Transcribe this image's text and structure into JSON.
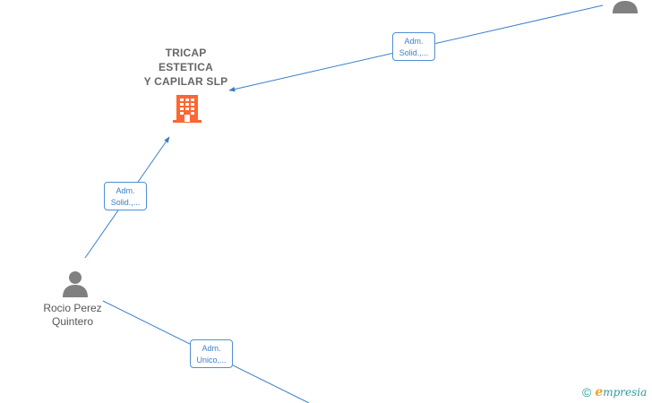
{
  "company": {
    "name": "TRICAP\nESTETICA\nY CAPILAR  SLP",
    "icon": "building-icon",
    "color": "#ff6633"
  },
  "people": [
    {
      "name": "Rocio Perez\nQuintero",
      "icon": "person-icon"
    },
    {
      "name": "",
      "icon": "person-icon"
    }
  ],
  "edges": [
    {
      "label": "Adm.\nSolid.,..."
    },
    {
      "label": "Adm.\nSolid.,..."
    },
    {
      "label": "Adm.\nUnico,..."
    }
  ],
  "colors": {
    "edge": "#3a7fcc",
    "icon_person": "#808080",
    "text": "#666666"
  },
  "watermark": {
    "symbol": "©",
    "brand_initial": "e",
    "brand_rest": "mpresia"
  }
}
